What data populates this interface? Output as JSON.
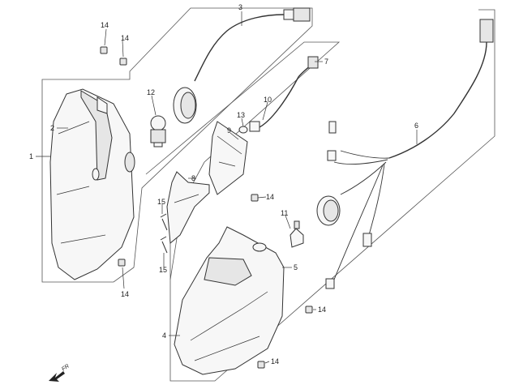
{
  "callouts": {
    "c1": "1",
    "c2": "2",
    "c3": "3",
    "c4": "4",
    "c5": "5",
    "c6": "6",
    "c7": "7",
    "c8": "8",
    "c9": "9",
    "c10": "10",
    "c11": "11",
    "c12": "12",
    "c13": "13",
    "c14a": "14",
    "c14b": "14",
    "c14c": "14",
    "c14d": "14",
    "c14e": "14",
    "c14f": "14",
    "c15a": "15",
    "c15b": "15"
  },
  "direction_label": "FR"
}
